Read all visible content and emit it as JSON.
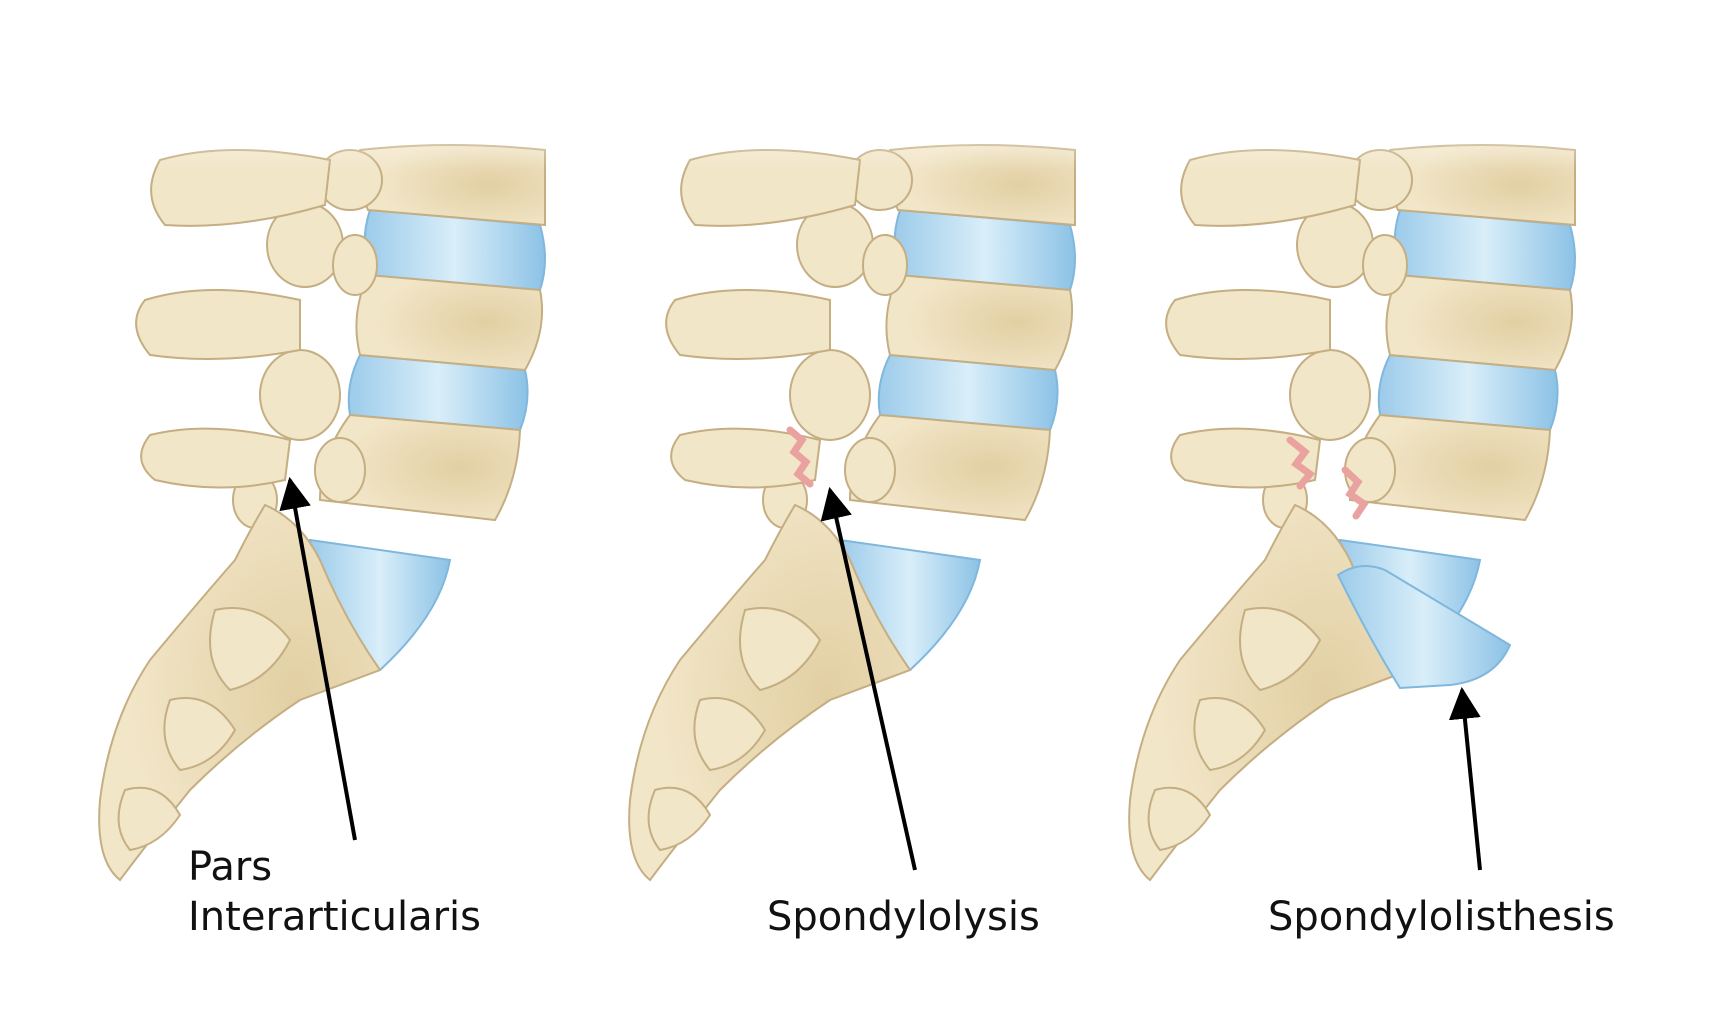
{
  "colors": {
    "bone_fill": "#f2e6c8",
    "bone_shade": "#e2cfa3",
    "bone_stroke": "#c4ae82",
    "disc_fill": "#c6e3f4",
    "disc_stroke": "#7fb7dd",
    "fracture": "#e9a2a0",
    "arrow": "#000000",
    "background": "#ffffff"
  },
  "panels": [
    {
      "id": "pars",
      "label_lines": [
        "Pars",
        "Interarticularis"
      ],
      "condition": "normal"
    },
    {
      "id": "spondylolysis",
      "label_lines": [
        "Spondylolysis"
      ],
      "condition": "pars-fracture"
    },
    {
      "id": "spondylolisthesis",
      "label_lines": [
        "Spondylolisthesis"
      ],
      "condition": "vertebra-slip"
    }
  ]
}
